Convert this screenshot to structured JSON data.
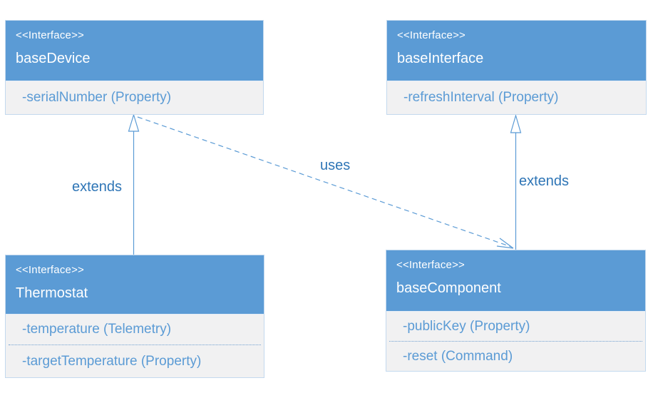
{
  "diagram": {
    "type": "uml-interface-diagram",
    "nodes": {
      "baseDevice": {
        "stereotype": "<<Interface>>",
        "name": "baseDevice",
        "members": [
          "-serialNumber (Property)"
        ]
      },
      "baseInterface": {
        "stereotype": "<<Interface>>",
        "name": "baseInterface",
        "members": [
          "-refreshInterval (Property)"
        ]
      },
      "thermostat": {
        "stereotype": "<<Interface>>",
        "name": "Thermostat",
        "members": [
          "-temperature (Telemetry)",
          "-targetTemperature (Property)"
        ]
      },
      "baseComponent": {
        "stereotype": "<<Interface>>",
        "name": "baseComponent",
        "members": [
          "-publicKey (Property)",
          "-reset (Command)"
        ]
      }
    },
    "edges": {
      "extends_left": {
        "label": "extends",
        "from": "Thermostat",
        "to": "baseDevice",
        "line": "solid",
        "arrowhead": "open-triangle"
      },
      "extends_right": {
        "label": "extends",
        "from": "baseComponent",
        "to": "baseInterface",
        "line": "solid",
        "arrowhead": "open-triangle"
      },
      "uses": {
        "label": "uses",
        "from": "baseDevice",
        "to": "baseComponent",
        "line": "dashed",
        "arrowhead": "open-v"
      }
    },
    "colors": {
      "header_fill": "#5b9bd5",
      "header_text": "#ffffff",
      "body_fill": "#f1f1f2",
      "member_text": "#5b9bd5",
      "edge_label_text": "#2e75b6",
      "line": "#5b9bd5"
    }
  }
}
